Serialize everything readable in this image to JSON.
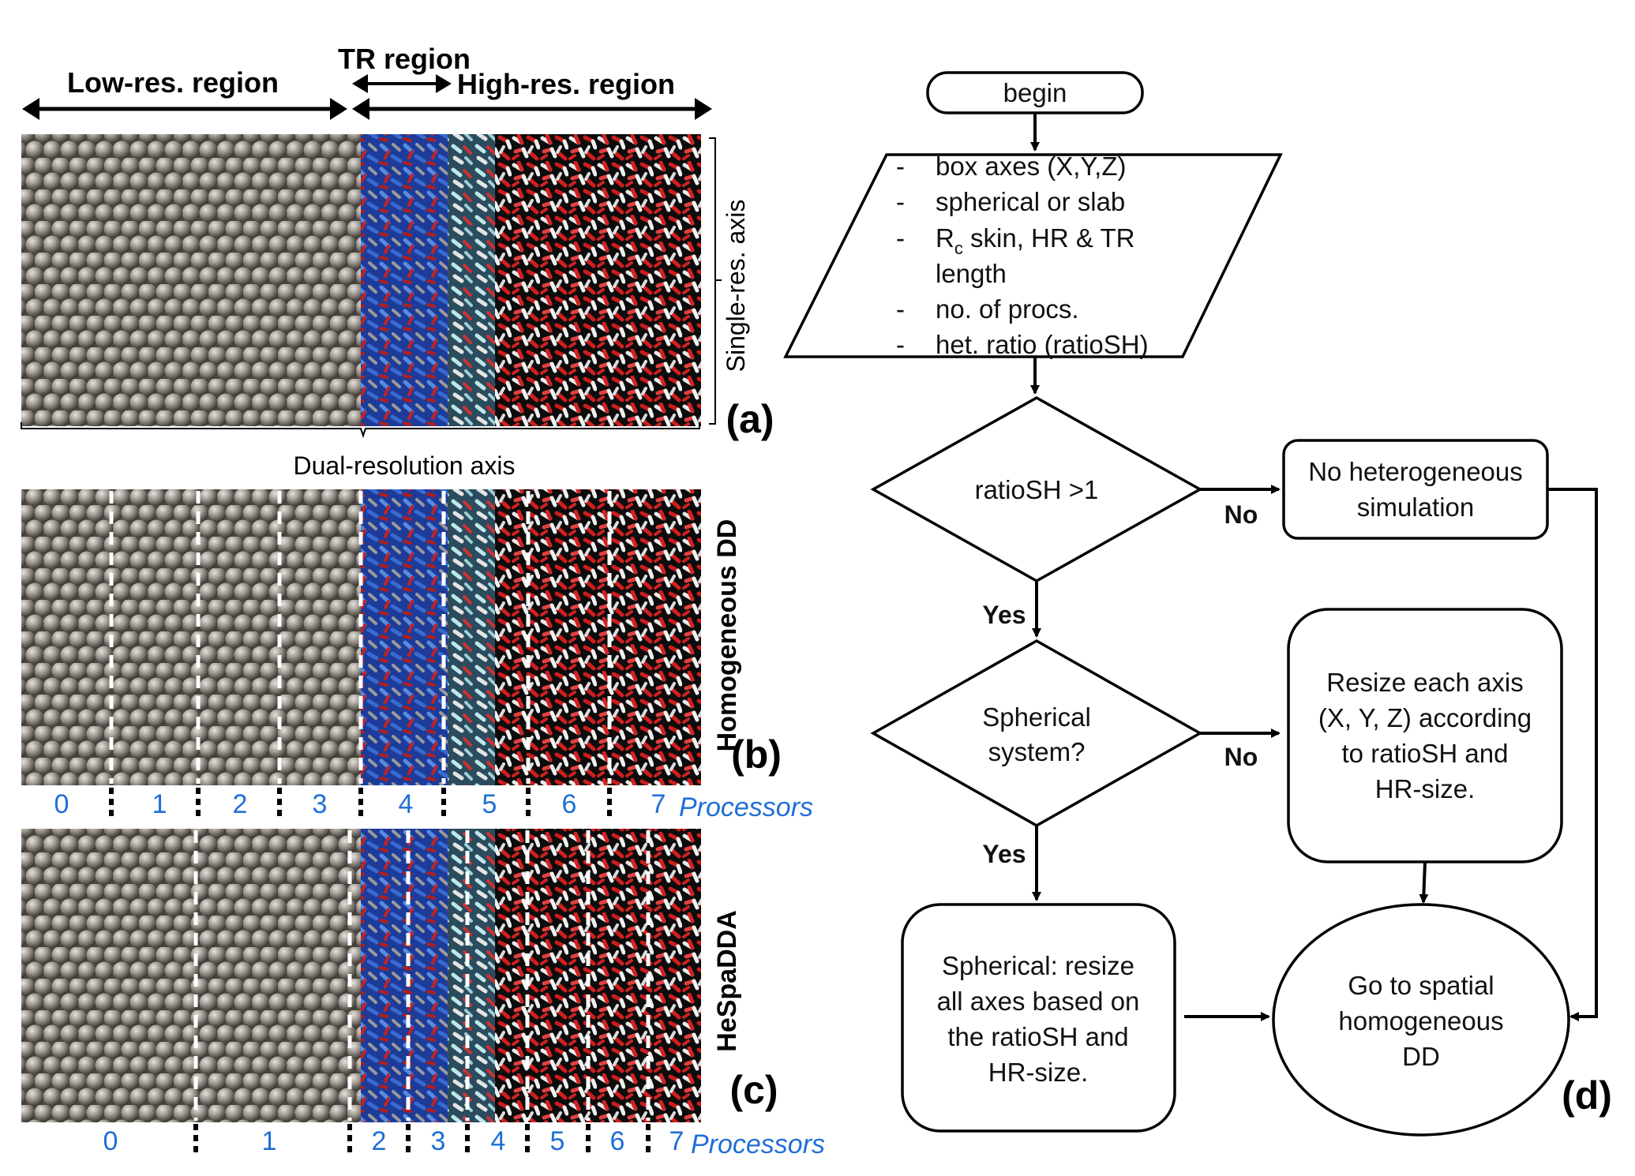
{
  "colors": {
    "processor_label": "#1f6fd6",
    "low_res_gray": "#8a847c",
    "water_red": "#d42020",
    "water_white": "#e8e8e8",
    "tr_blue": "#2c4fae",
    "divider": "#ffffff"
  },
  "panel_a": {
    "letter": "(a)",
    "low_res_label": "Low-res. region",
    "tr_label": "TR region",
    "high_res_label": "High-res. region",
    "single_res_axis": "Single-res. axis",
    "dual_res_axis": "Dual-resolution axis"
  },
  "panel_b": {
    "letter": "(b)",
    "side_label": "Homogeneous DD",
    "processor_numbers": [
      "0",
      "1",
      "2",
      "3",
      "4",
      "5",
      "6",
      "7"
    ],
    "processors_title": "Processors"
  },
  "panel_c": {
    "letter": "(c)",
    "side_label": "HeSpaDDA",
    "processor_numbers": [
      "0",
      "1",
      "2",
      "3",
      "4",
      "5",
      "6",
      "7"
    ],
    "processors_title": "Processors"
  },
  "flowchart": {
    "letter": "(d)",
    "begin": "begin",
    "input_items": [
      {
        "bullet": "-",
        "line1": "box axes (X,Y,Z)"
      },
      {
        "bullet": "-",
        "line1": "spherical or slab"
      },
      {
        "bullet": "-",
        "line1_pre": "R",
        "line1_sub": "c",
        "line1_post": " skin, HR & TR",
        "line2": "length"
      },
      {
        "bullet": "-",
        "line1": "no. of procs."
      },
      {
        "bullet": "-",
        "line1": "het. ratio (ratioSH)"
      }
    ],
    "decision1": "ratioSH >1",
    "decision2_line1": "Spherical",
    "decision2_line2": "system?",
    "yes_label": "Yes",
    "no_label": "No",
    "no_het_line1": "No heterogeneous",
    "no_het_line2": "simulation",
    "resize_lines": [
      "Resize each axis",
      "(X, Y, Z) according",
      "to ratioSH and",
      "HR-size."
    ],
    "spherical_lines": [
      "Spherical: resize",
      "all axes based on",
      "the ratioSH and",
      "HR-size."
    ],
    "goto_lines": [
      "Go to spatial",
      "homogeneous",
      "DD"
    ]
  }
}
